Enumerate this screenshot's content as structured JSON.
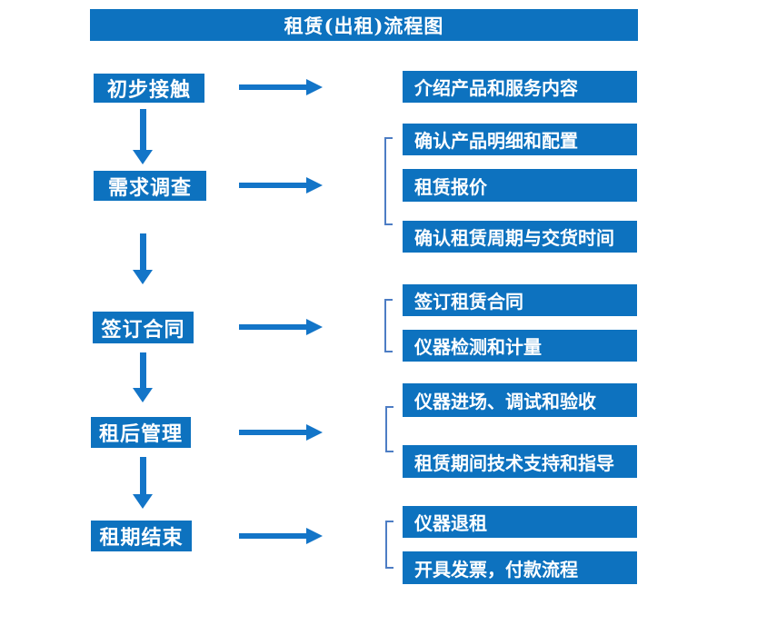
{
  "title": "租赁(出租)流程图",
  "colors": {
    "box_fill": "#0d72bf",
    "arrow": "#1375c8",
    "bracket": "#4d7dc4",
    "text": "#ffffff"
  },
  "flow": {
    "steps": [
      {
        "label": "初步接触",
        "details": [
          "介绍产品和服务内容"
        ]
      },
      {
        "label": "需求调查",
        "details": [
          "确认产品明细和配置",
          "租赁报价",
          "确认租赁周期与交货时间"
        ]
      },
      {
        "label": "签订合同",
        "details": [
          "签订租赁合同",
          "仪器检测和计量"
        ]
      },
      {
        "label": "租后管理",
        "details": [
          "仪器进场、调试和验收",
          "租赁期间技术支持和指导"
        ]
      },
      {
        "label": "租期结束",
        "details": [
          "仪器退租",
          "开具发票，付款流程"
        ]
      }
    ]
  }
}
